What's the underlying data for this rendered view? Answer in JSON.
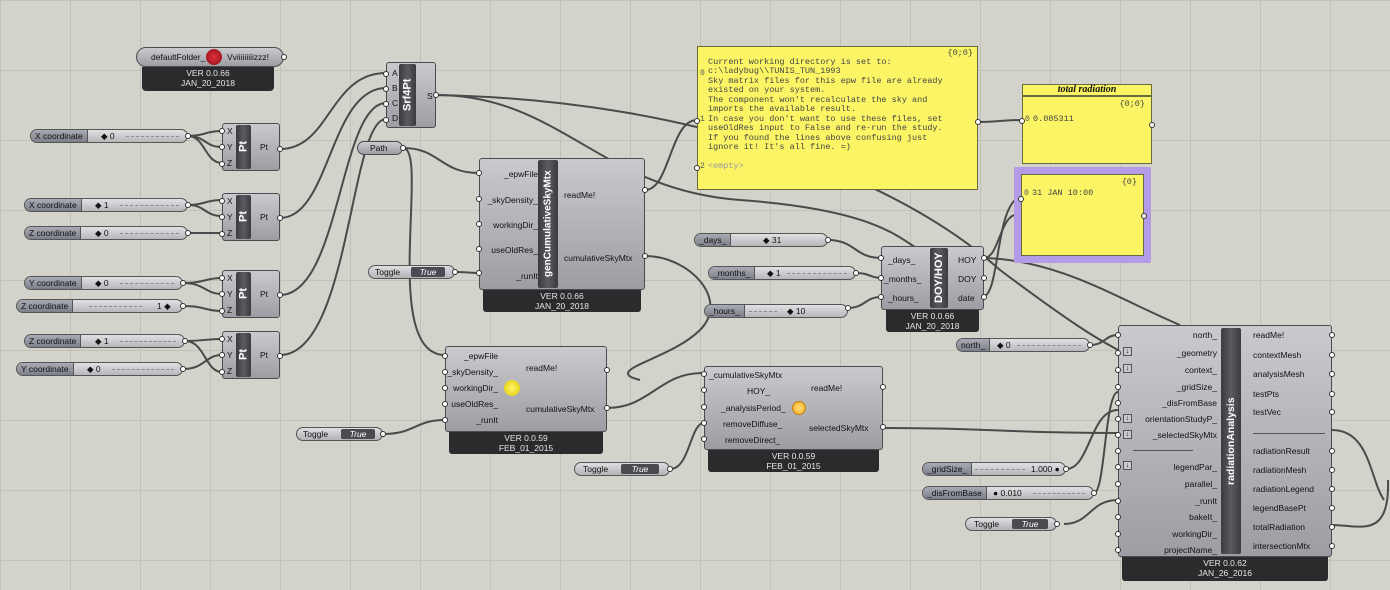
{
  "colors": {
    "canvas": "#d4d3cb",
    "wire": "#4a4a4a",
    "panel": "#fbf566",
    "selection": "#b49be6",
    "plate": "#3a3b3f"
  },
  "default_folder": {
    "label": "defaultFolder_",
    "value": "Vviiiiiiiiizzz!",
    "version": "VER 0.0.66",
    "date": "JAN_20_2018"
  },
  "srf4pt": {
    "title": "Srf4Pt",
    "inputs": [
      "A",
      "B",
      "C",
      "D"
    ],
    "output": "S"
  },
  "pt_components": [
    {
      "title": "Pt",
      "inputs": [
        "X",
        "Y",
        "Z"
      ],
      "output": "Pt"
    },
    {
      "title": "Pt",
      "inputs": [
        "X",
        "Y",
        "Z"
      ],
      "output": "Pt"
    },
    {
      "title": "Pt",
      "inputs": [
        "X",
        "Y",
        "Z"
      ],
      "output": "Pt"
    },
    {
      "title": "Pt",
      "inputs": [
        "X",
        "Y",
        "Z"
      ],
      "output": "Pt"
    }
  ],
  "sliders": [
    {
      "label": "X coordinate",
      "value": "0"
    },
    {
      "label": "X coordinate",
      "value": "1"
    },
    {
      "label": "Z coordinate",
      "value": "0"
    },
    {
      "label": "Y coordinate",
      "value": "0"
    },
    {
      "label": "Z coordinate",
      "value": "1"
    },
    {
      "label": "Z coordinate",
      "value": "1"
    },
    {
      "label": "Y coordinate",
      "value": "0"
    }
  ],
  "path_param": {
    "label": "Path"
  },
  "toggles": [
    {
      "label": "Toggle",
      "value": "True"
    },
    {
      "label": "Toggle",
      "value": "True"
    },
    {
      "label": "Toggle",
      "value": "True"
    },
    {
      "label": "Toggle",
      "value": "True"
    }
  ],
  "gen_sky_new": {
    "title": "genCumulativeSkyMtx",
    "inputs": [
      "_epwFile",
      "_skyDensity_",
      "workingDir_",
      "useOldRes_",
      "_runIt"
    ],
    "outputs": [
      "readMe!",
      "cumulativeSkyMtx"
    ],
    "version": "VER 0.0.66",
    "date": "JAN_20_2018"
  },
  "gen_sky_old": {
    "inputs": [
      "_epwFile",
      "_skyDensity_",
      "workingDir_",
      "useOldRes_",
      "_runIt"
    ],
    "outputs": [
      "readMe!",
      "cumulativeSkyMtx"
    ],
    "version": "VER 0.0.59",
    "date": "FEB_01_2015"
  },
  "select_sky": {
    "inputs": [
      "_cumulativeSkyMtx",
      "HOY_",
      "_analysisPeriod_",
      "removeDiffuse_",
      "removeDirect_"
    ],
    "outputs": [
      "readMe!",
      "selectedSkyMtx"
    ],
    "version": "VER 0.0.59",
    "date": "FEB_01_2015"
  },
  "readme_panel": {
    "header": "{0;0}",
    "index0": "0",
    "index1": "1",
    "index2": "2",
    "lines": [
      "Current working directory is set to:",
      "c:\\ladybug\\\\TUNIS_TUN_1993",
      "Sky matrix files for this epw file are already",
      "existed on your system.",
      "The component won't recalculate the sky and",
      "imports the available result.",
      "In case you don't want to use these files, set",
      "useOldRes input to False and re-run the study.",
      "If you found the lines above confusing just",
      "ignore it! It's all fine. =)"
    ],
    "empty": "<empty>"
  },
  "total_radiation_panel": {
    "title": "total radiation",
    "header": "{0;0}",
    "index": "0",
    "value": "0.085311"
  },
  "date_panel": {
    "header": "{0}",
    "index": "0",
    "value": "31 JAN 10:00"
  },
  "doy_sliders": [
    {
      "label": "_days_",
      "value": "31"
    },
    {
      "label": "_months_",
      "value": "1"
    },
    {
      "label": "_hours_",
      "value": "10"
    }
  ],
  "doy_hoy": {
    "title": "DOY/HOY",
    "inputs": [
      "_days_",
      "_months_",
      "_hours_"
    ],
    "outputs": [
      "HOY",
      "DOY",
      "date"
    ],
    "version": "VER 0.0.66",
    "date": "JAN_20_2018"
  },
  "north_slider": {
    "label": "north_",
    "value": "0"
  },
  "gridsize_slider": {
    "label": "_gridSize_",
    "value": "1.000"
  },
  "disfrombase_slider": {
    "label": "_disFromBase",
    "value": "0.010"
  },
  "radiation_analysis": {
    "title": "radiationAnalysis",
    "inputs": [
      "north_",
      "_geometry",
      "context_",
      "_gridSize_",
      "_disFromBase",
      "orientationStudyP_",
      "_selectedSkyMtx",
      "",
      "legendPar_",
      "parallel_",
      "_runIt",
      "bakeIt_",
      "workingDir_",
      "projectName_"
    ],
    "outputs": [
      "readMe!",
      "contextMesh",
      "analysisMesh",
      "testPts",
      "testVec",
      "",
      "radiationResult",
      "radiationMesh",
      "radiationLegend",
      "legendBasePt",
      "totalRadiation",
      "intersectionMtx"
    ],
    "version": "VER 0.0.62",
    "date": "JAN_26_2016"
  }
}
